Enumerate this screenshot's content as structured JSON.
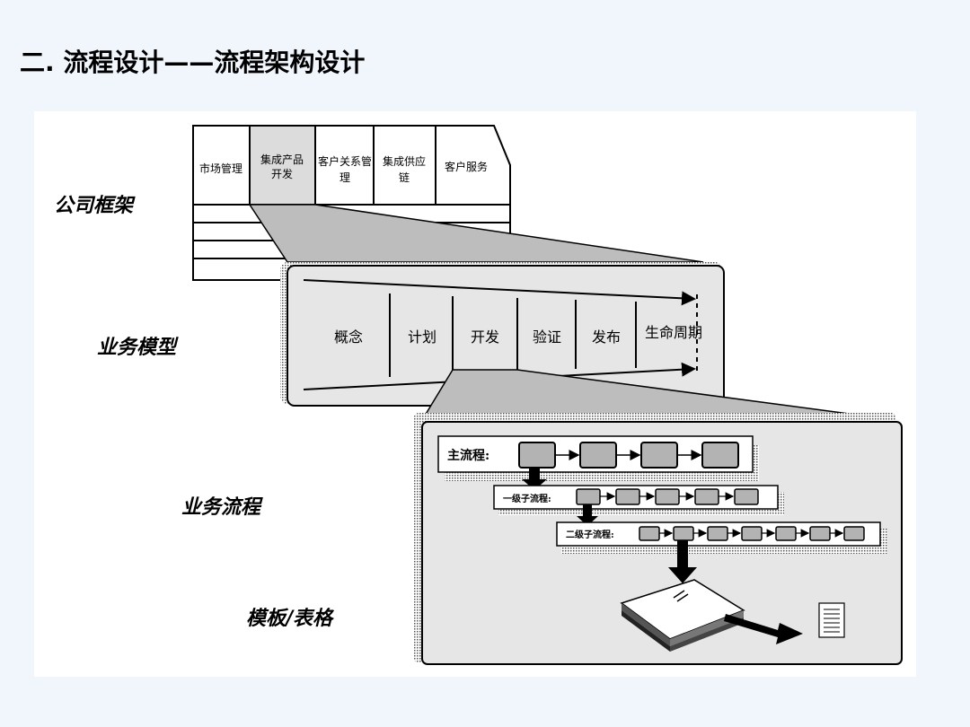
{
  "page_title": "二. 流程设计——流程架构设计",
  "level_labels": {
    "company": "公司框架",
    "business_model": "业务模型",
    "business_process": "业务流程",
    "template": "模板/表格"
  },
  "company_columns": [
    {
      "line1": "市场管理",
      "line2": ""
    },
    {
      "line1": "集成产品",
      "line2": "开发"
    },
    {
      "line1": "客户关系管",
      "line2": "理"
    },
    {
      "line1": "集成供应",
      "line2": "链"
    },
    {
      "line1": "客户服务",
      "line2": ""
    }
  ],
  "model_stages": [
    "概念",
    "计划",
    "开发",
    "验证",
    "发布",
    "生命周期"
  ],
  "process_rows": [
    {
      "label": "主流程:",
      "steps": 4
    },
    {
      "label": "一级子流程:",
      "steps": 5
    },
    {
      "label": "二级子流程:",
      "steps": 7
    }
  ],
  "template_mark": "≡"
}
